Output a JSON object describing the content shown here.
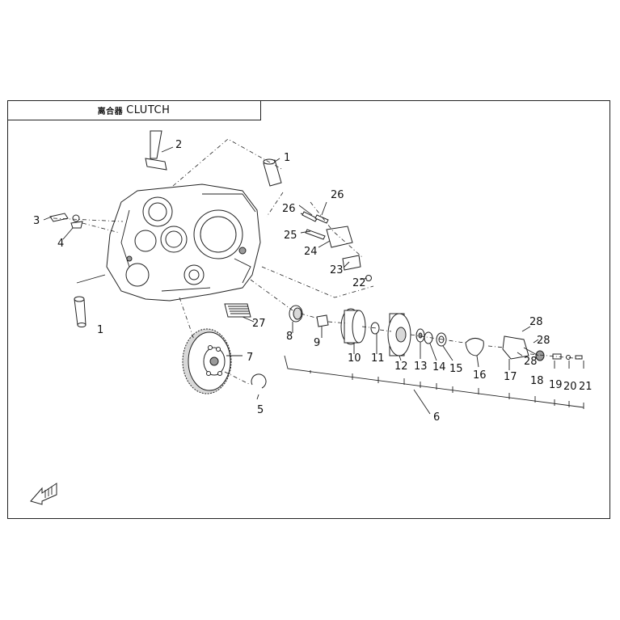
{
  "header": {
    "cjk_glyphs": "离合器",
    "title": "CLUTCH"
  },
  "callouts": [
    "1",
    "2",
    "3",
    "4",
    "1",
    "26",
    "26",
    "25",
    "24",
    "23",
    "22",
    "27",
    "8",
    "9",
    "10",
    "11",
    "12",
    "13",
    "14",
    "15",
    "16",
    "17",
    "28",
    "28",
    "28",
    "18",
    "19",
    "20",
    "21",
    "7",
    "5",
    "6"
  ],
  "colors": {
    "line": "#222222",
    "background": "#ffffff",
    "shade": "#d8d8d8"
  }
}
